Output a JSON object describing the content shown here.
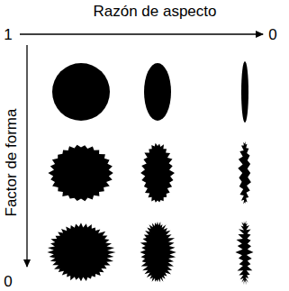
{
  "diagram": {
    "labels": [
      "Razón de aspecto",
      "1",
      "0",
      "Factor de forma",
      "0"
    ]
  }
}
